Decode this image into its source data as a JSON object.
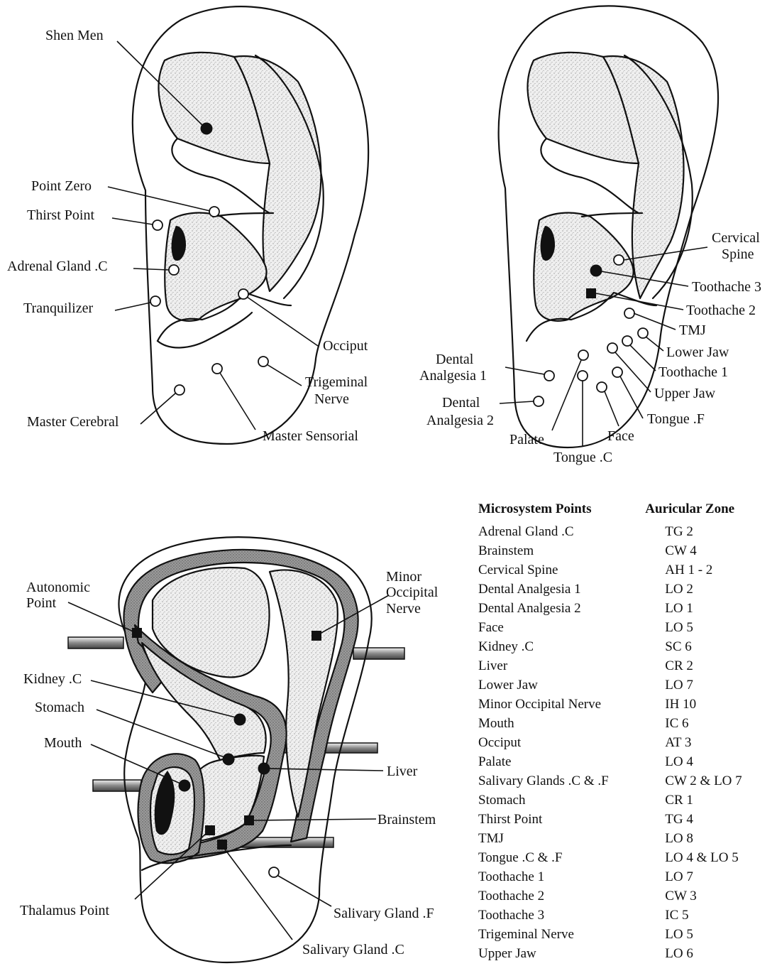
{
  "top_left_ear": {
    "labels": {
      "shen_men": "Shen Men",
      "point_zero": "Point Zero",
      "thirst_point": "Thirst Point",
      "adrenal_gland_c": "Adrenal Gland .C",
      "tranquilizer": "Tranquilizer",
      "occiput": "Occiput",
      "trigeminal_nerve_1": "Trigeminal",
      "trigeminal_nerve_2": "Nerve",
      "master_cerebral": "Master Cerebral",
      "master_sensorial": "Master Sensorial"
    }
  },
  "top_right_ear": {
    "labels": {
      "cervical_spine_1": "Cervical",
      "cervical_spine_2": "Spine",
      "toothache_3": "Toothache 3",
      "toothache_2": "Toothache 2",
      "tmj": "TMJ",
      "lower_jaw": "Lower Jaw",
      "toothache_1": "Toothache 1",
      "upper_jaw": "Upper Jaw",
      "tongue_f": "Tongue .F",
      "face": "Face",
      "tongue_c": "Tongue .C",
      "palate": "Palate",
      "dental_analgesia_1_a": "Dental",
      "dental_analgesia_1_b": "Analgesia 1",
      "dental_analgesia_2_a": "Dental",
      "dental_analgesia_2_b": "Analgesia 2"
    }
  },
  "bottom_left_ear": {
    "labels": {
      "autonomic_point_1": "Autonomic",
      "autonomic_point_2": "Point",
      "minor_occipital_1": "Minor",
      "minor_occipital_2": "Occipital",
      "minor_occipital_3": "Nerve",
      "kidney_c": "Kidney .C",
      "stomach": "Stomach",
      "mouth": "Mouth",
      "liver": "Liver",
      "brainstem": "Brainstem",
      "thalamus_point": "Thalamus Point",
      "salivary_gland_f": "Salivary Gland .F",
      "salivary_gland_c": "Salivary Gland .C"
    }
  },
  "table": {
    "headers": [
      "Microsystem Points",
      "Auricular Zone"
    ],
    "rows": [
      [
        "Adrenal Gland .C",
        "TG 2"
      ],
      [
        "Brainstem",
        "CW 4"
      ],
      [
        "Cervical Spine",
        "AH 1 - 2"
      ],
      [
        "Dental Analgesia 1",
        "LO 2"
      ],
      [
        "Dental Analgesia 2",
        "LO 1"
      ],
      [
        "Face",
        "LO 5"
      ],
      [
        "Kidney .C",
        "SC 6"
      ],
      [
        "Liver",
        "CR 2"
      ],
      [
        "Lower Jaw",
        "LO 7"
      ],
      [
        "Minor Occipital Nerve",
        "IH 10"
      ],
      [
        "Mouth",
        "IC 6"
      ],
      [
        "Occiput",
        "AT 3"
      ],
      [
        "Palate",
        "LO 4"
      ],
      [
        "Salivary Glands .C & .F",
        "CW 2 & LO 7"
      ],
      [
        "Stomach",
        "CR 1"
      ],
      [
        "Thirst Point",
        "TG 4"
      ],
      [
        "TMJ",
        "LO 8"
      ],
      [
        "Tongue .C & .F",
        "LO 4 & LO 5"
      ],
      [
        "Toothache 1",
        "LO 7"
      ],
      [
        "Toothache 2",
        "CW 3"
      ],
      [
        "Toothache 3",
        "IC 5"
      ],
      [
        "Trigeminal Nerve",
        "LO 5"
      ],
      [
        "Upper Jaw",
        "LO 6"
      ]
    ]
  }
}
